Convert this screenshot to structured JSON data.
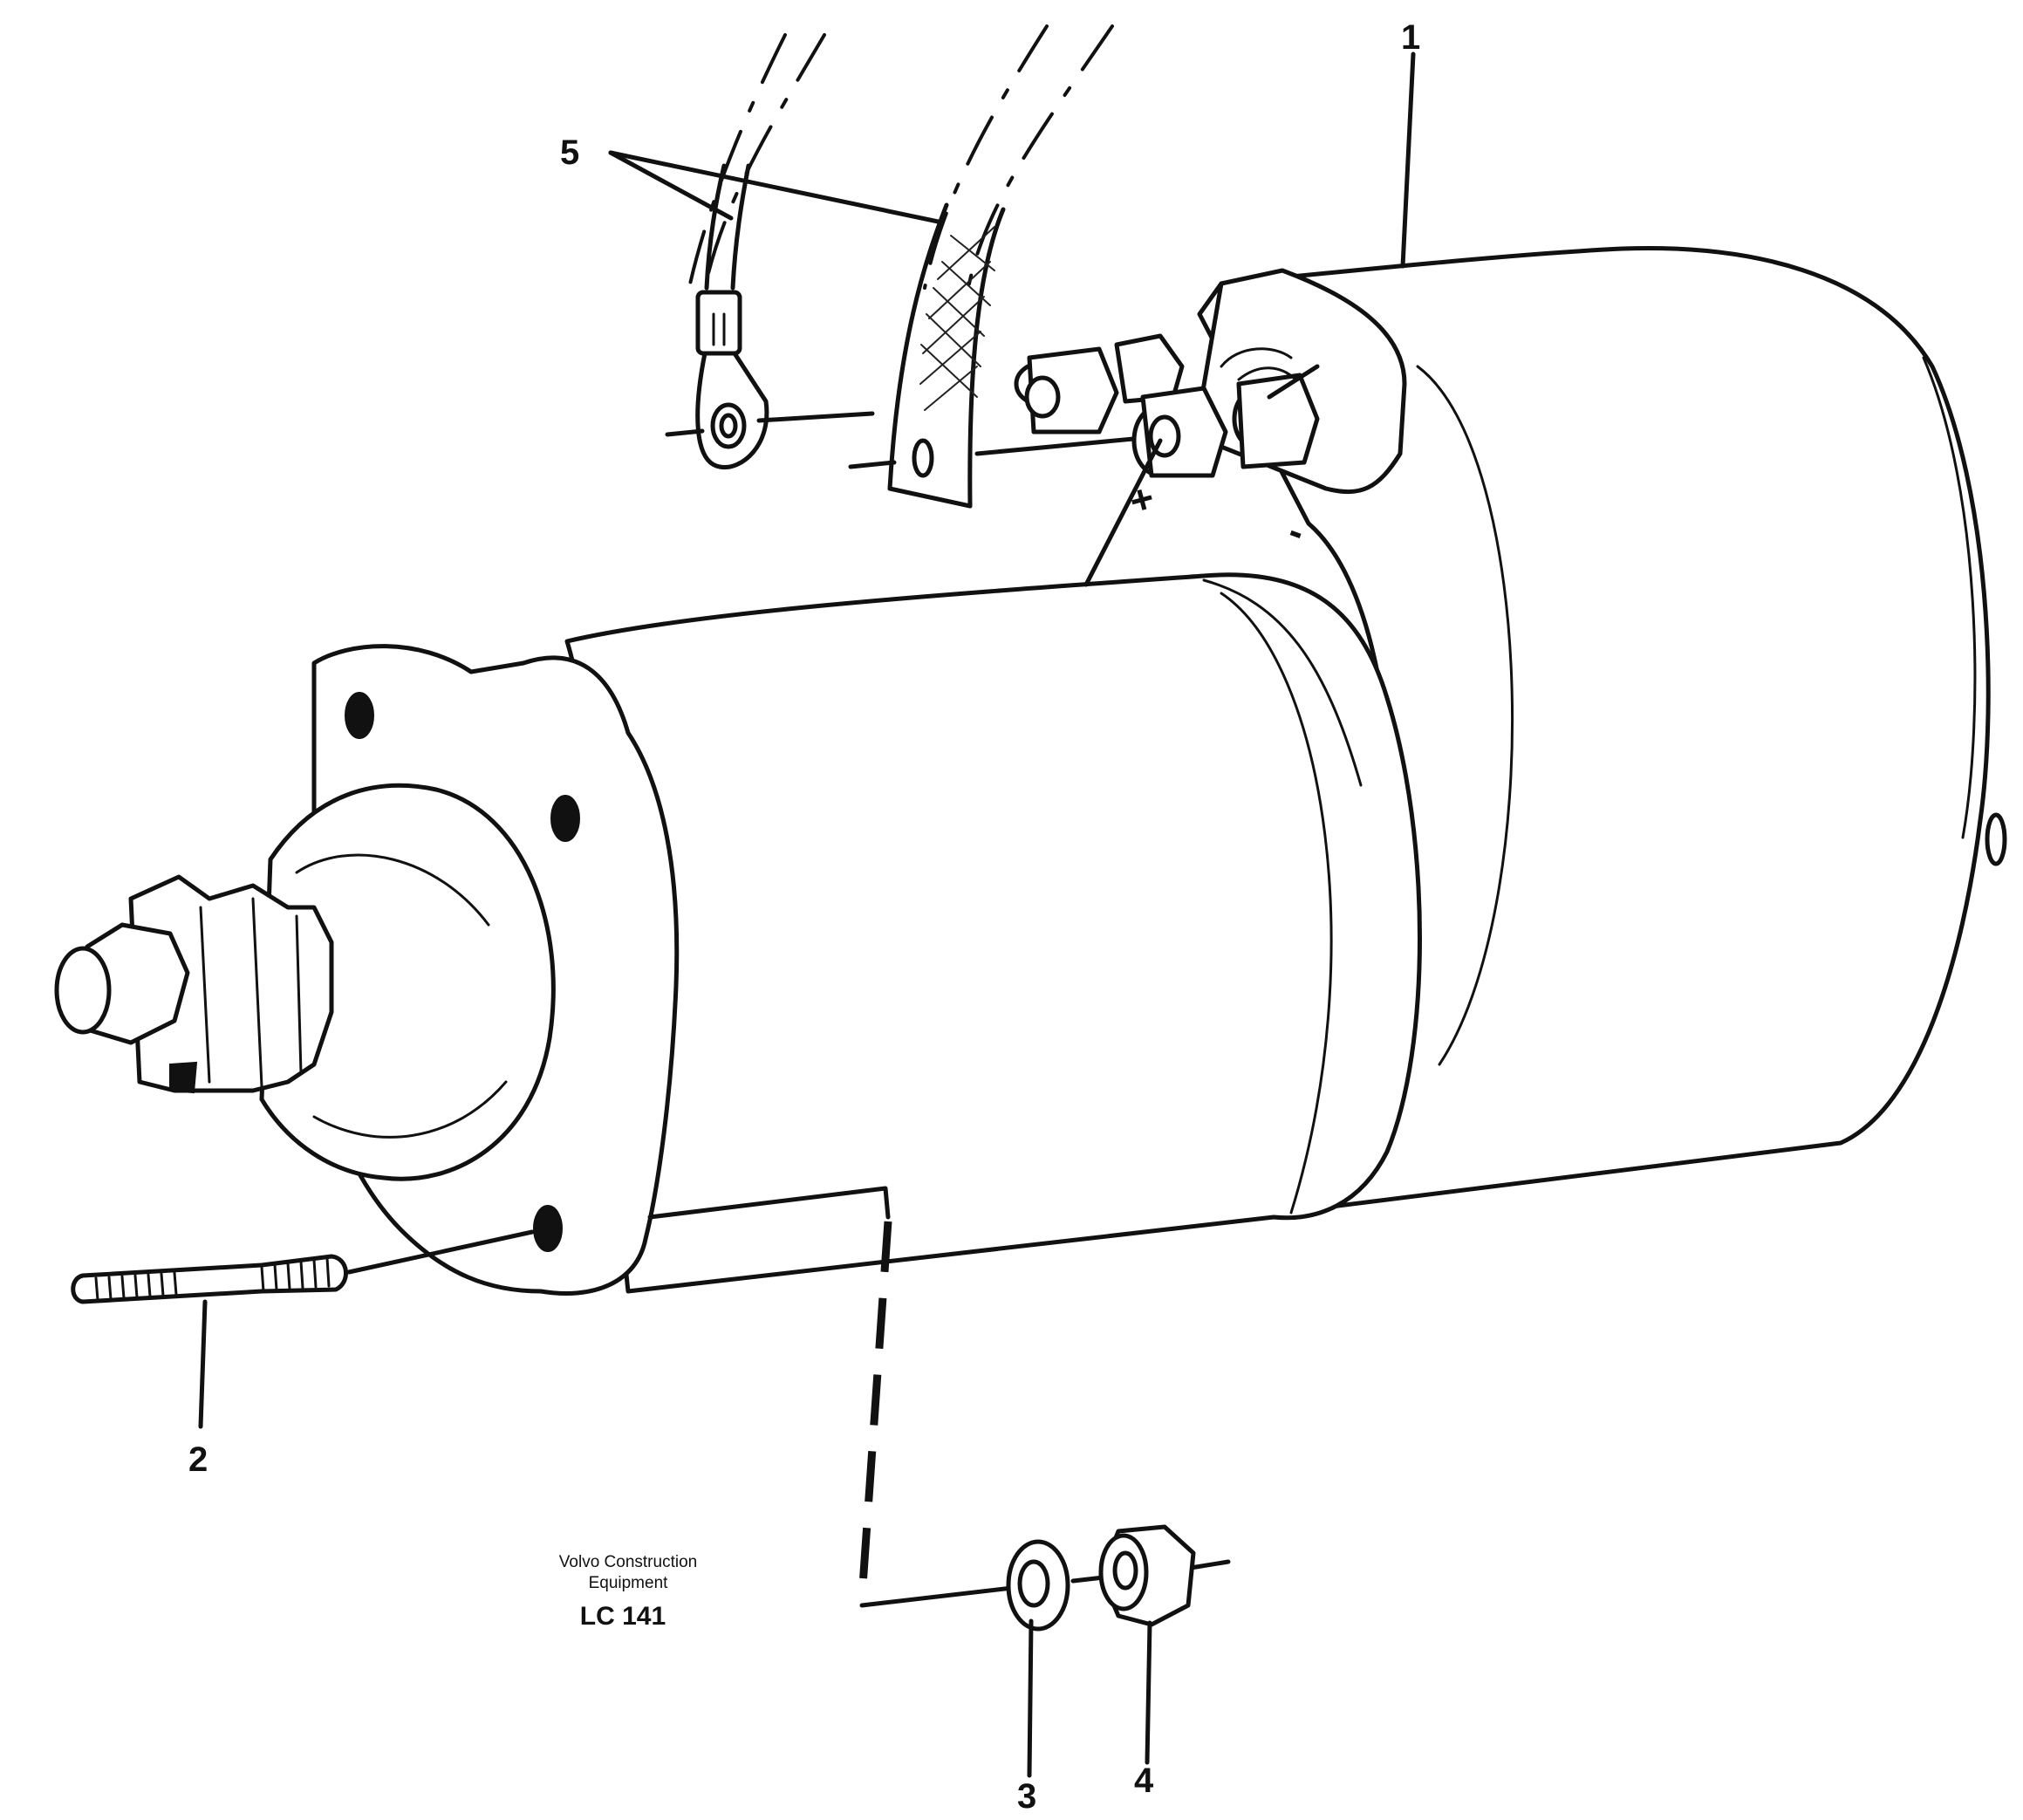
{
  "callouts": {
    "part_1": "1",
    "part_2": "2",
    "part_3": "3",
    "part_4": "4",
    "part_5": "5"
  },
  "terminals": {
    "positive": "+",
    "negative": "-"
  },
  "credit": {
    "line_1": "Volvo Construction",
    "line_2": "Equipment",
    "code": "LC 141"
  }
}
